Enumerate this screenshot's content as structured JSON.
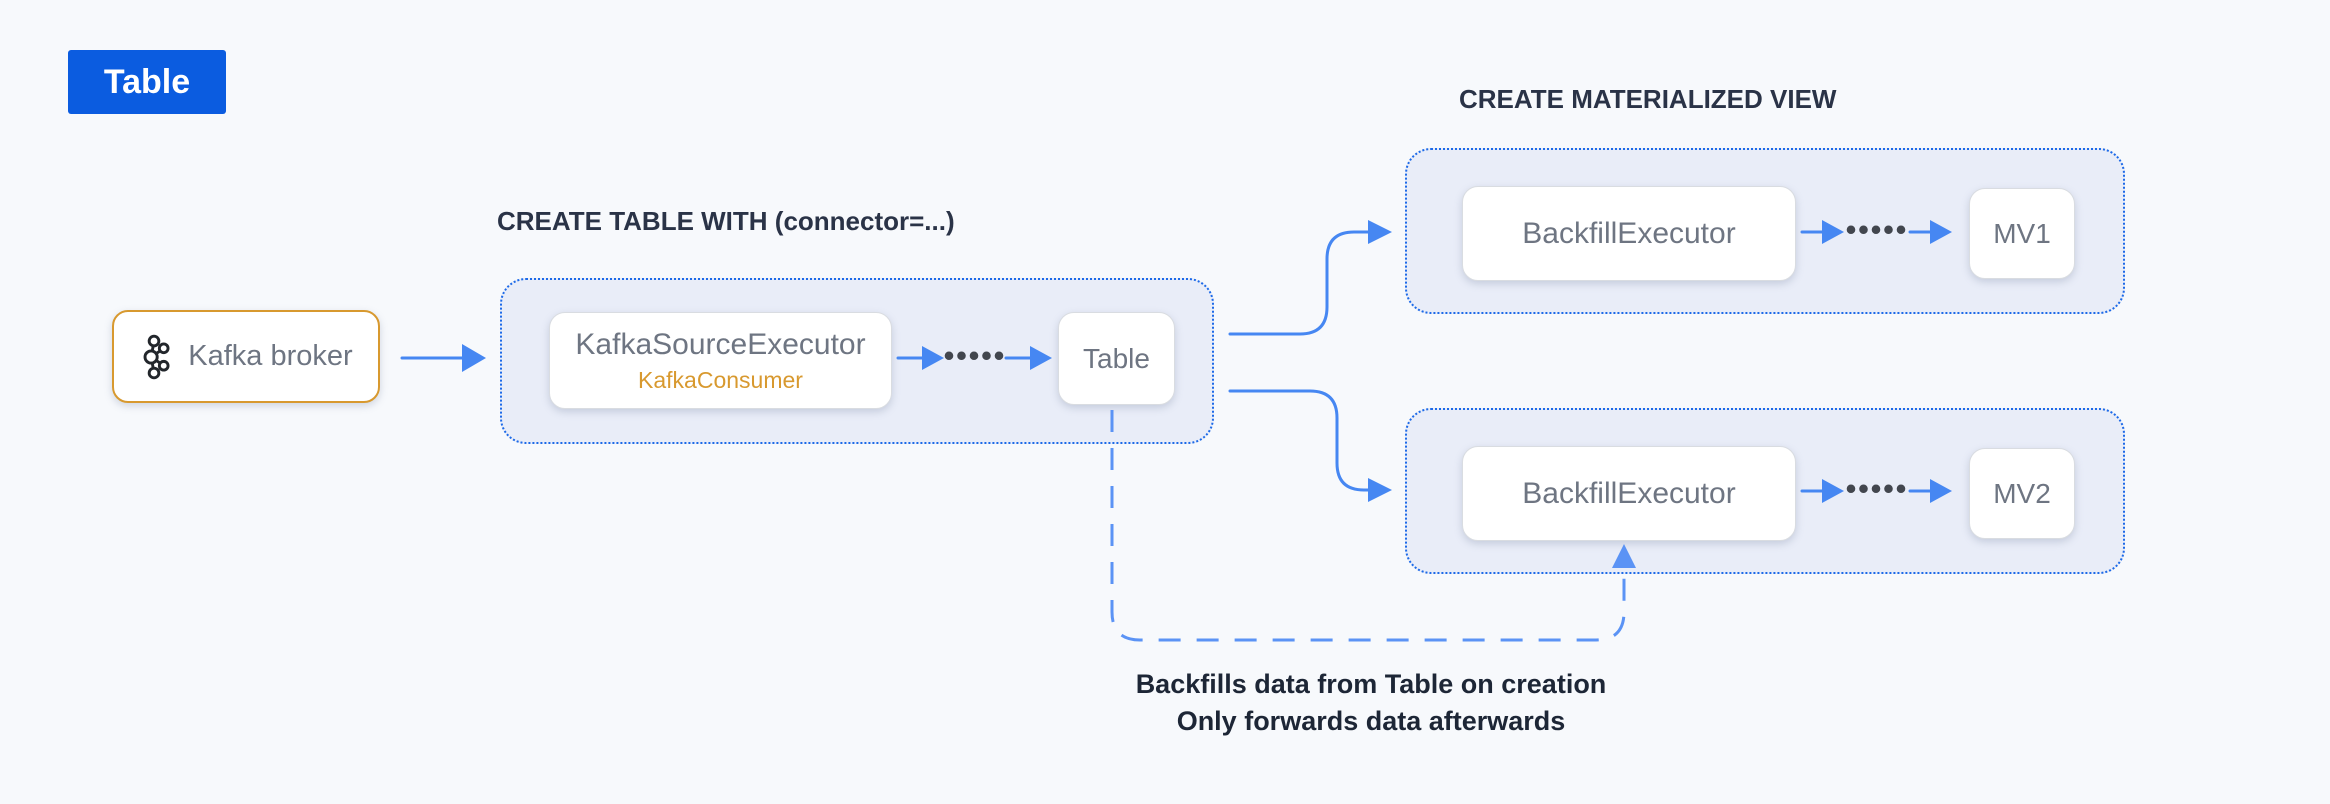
{
  "colors": {
    "background": "#f7f9fc",
    "badge_blue": "#0b5ce0",
    "accent_blue": "#4687f2",
    "dashed_blue": "#5b93f5",
    "container_border": "#1d6ae8",
    "container_fill": "#e9edf8",
    "amber": "#d8992f",
    "node_text": "#6e7582",
    "heading_text": "#2a3347",
    "note_text": "#1d2636",
    "dots_color": "#42464e",
    "node_border": "#d9dce1",
    "kafka_icon": "#22262b"
  },
  "badge": {
    "label": "Table"
  },
  "kafka_broker": {
    "label": "Kafka broker"
  },
  "create_table_group": {
    "heading": "CREATE TABLE WITH (connector=...)",
    "source_executor": {
      "title": "KafkaSourceExecutor",
      "subtitle": "KafkaConsumer"
    },
    "table_node": {
      "label": "Table"
    }
  },
  "create_mv_group": {
    "heading": "CREATE MATERIALIZED VIEW",
    "views": [
      {
        "executor_label": "BackfillExecutor",
        "view_label": "MV1"
      },
      {
        "executor_label": "BackfillExecutor",
        "view_label": "MV2"
      }
    ]
  },
  "ellipsis": "•••••",
  "note": {
    "line1": "Backfills data from Table on creation",
    "line2": "Only forwards data afterwards"
  }
}
